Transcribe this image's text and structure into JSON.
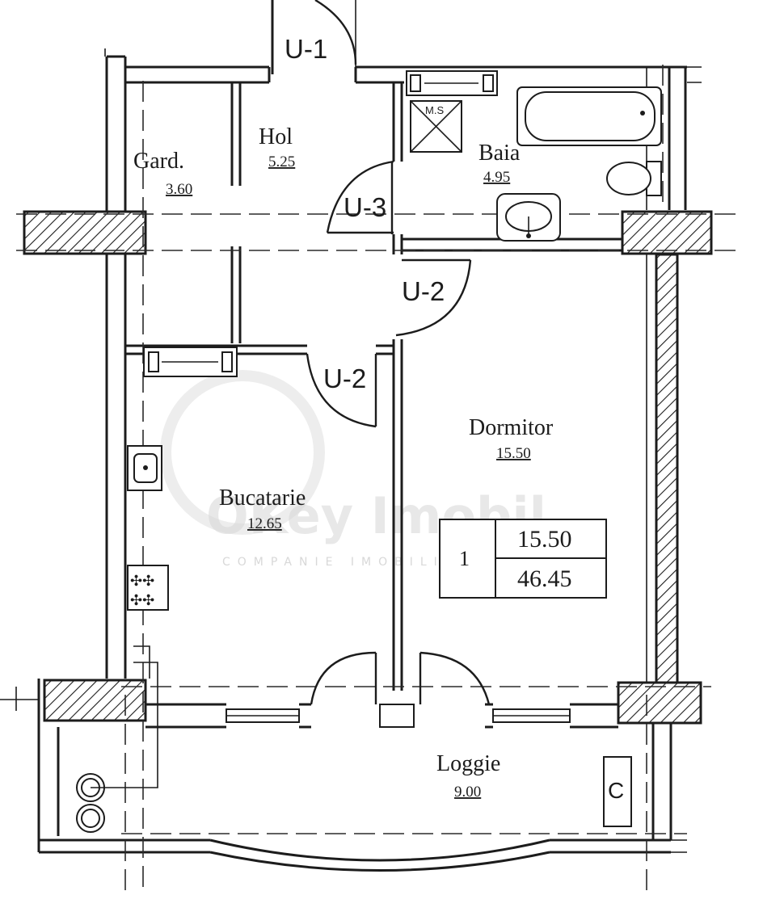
{
  "rooms": {
    "gard": {
      "name": "Gard.",
      "area": "3.60"
    },
    "hol": {
      "name": "Hol",
      "area": "5.25"
    },
    "baia": {
      "name": "Baia",
      "area": "4.95"
    },
    "dormitor": {
      "name": "Dormitor",
      "area": "15.50"
    },
    "bucatarie": {
      "name": "Bucatarie",
      "area": "12.65"
    },
    "loggie": {
      "name": "Loggie",
      "area": "9.00"
    }
  },
  "doors": {
    "u1": "U-1",
    "u3": "U-3",
    "u2_bedroom": "U-2",
    "u2_kitchen": "U-2"
  },
  "fixtures": {
    "ms_label": "M.S",
    "closet_label": "C"
  },
  "summary": {
    "rooms_count": "1",
    "living_area": "15.50",
    "total_area": "46.45"
  },
  "watermark": {
    "name": "OKey Imobil",
    "tagline": "COMPANIE IMOBILIARA"
  }
}
